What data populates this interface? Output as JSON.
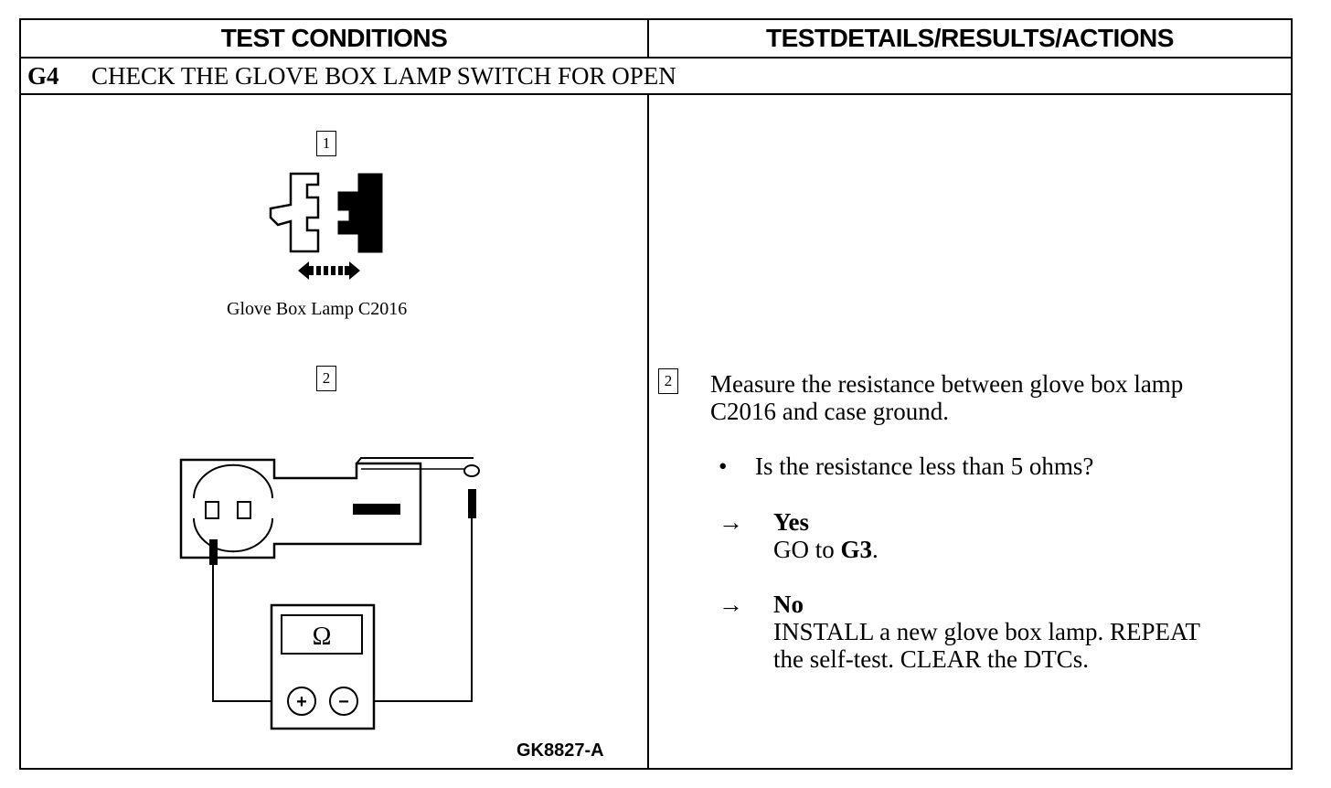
{
  "header": {
    "left": "TEST CONDITIONS",
    "right": "TESTDETAILS/RESULTS/ACTIONS"
  },
  "step": {
    "id": "G4",
    "title": "CHECK THE GLOVE BOX LAMP SWITCH FOR OPEN"
  },
  "figure": {
    "callout_1": "1",
    "callout_2": "2",
    "connector_caption": "Glove Box Lamp C2016",
    "meter_symbol": "Ω",
    "plus": "+",
    "minus": "−",
    "figure_code": "GK8827-A"
  },
  "details": {
    "callout": "2",
    "instruction_line1": "Measure the resistance between glove box lamp",
    "instruction_line2": "C2016 and case ground.",
    "bullet": "•",
    "question": "Is the resistance less than 5 ohms?",
    "arrow": "→",
    "yes_label": "Yes",
    "yes_action_prefix": "GO to ",
    "yes_action_target": "G3",
    "yes_action_suffix": ".",
    "no_label": "No",
    "no_action_line1": "INSTALL a new glove box lamp. REPEAT",
    "no_action_line2": "the self-test. CLEAR the DTCs."
  }
}
